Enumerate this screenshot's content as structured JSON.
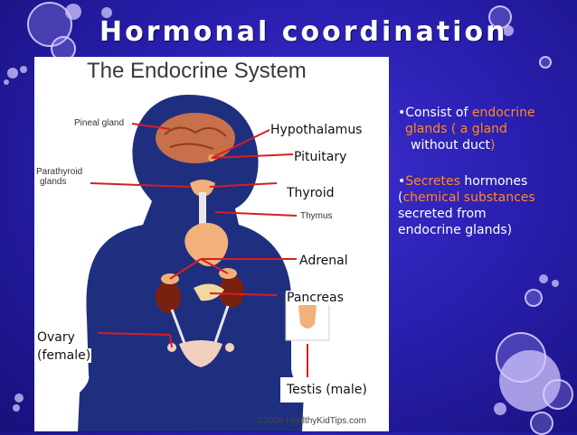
{
  "slide": {
    "title": "Hormonal coordination"
  },
  "figure": {
    "title": "The Endocrine System",
    "labels": {
      "pineal": "Pineal gland",
      "parathyroid_1": "Parathyroid",
      "parathyroid_2": "glands",
      "thymus": "Thymus"
    },
    "copyright": "©2008 HealthyKidTips.com"
  },
  "organs": {
    "hypothalamus": "Hypothalamus",
    "pituitary": "Pituitary",
    "thyroid": "Thyroid",
    "adrenal": "Adrenal",
    "pancreas": "Pancreas",
    "ovary_1": "Ovary",
    "ovary_2": "(female)",
    "testis": "Testis (male)"
  },
  "bullets": {
    "b1_pre": "•Consist of ",
    "b1_hl1": "endocrine",
    "b1_hl2": "glands ( a gland",
    "b1_hl3": "without duct",
    "b1_close": ")",
    "b2_dot": "•",
    "b2_hl1": "Secretes",
    "b2_rest1": " hormones",
    "b2_open": "(",
    "b2_hl2": "chemical substances",
    "b2_line3": "secreted from",
    "b2_line4": "endocrine glands)"
  },
  "colors": {
    "highlight": "#ff8a1e",
    "silhouette": "#1f2f80",
    "pointer_lines": "#d42020"
  }
}
